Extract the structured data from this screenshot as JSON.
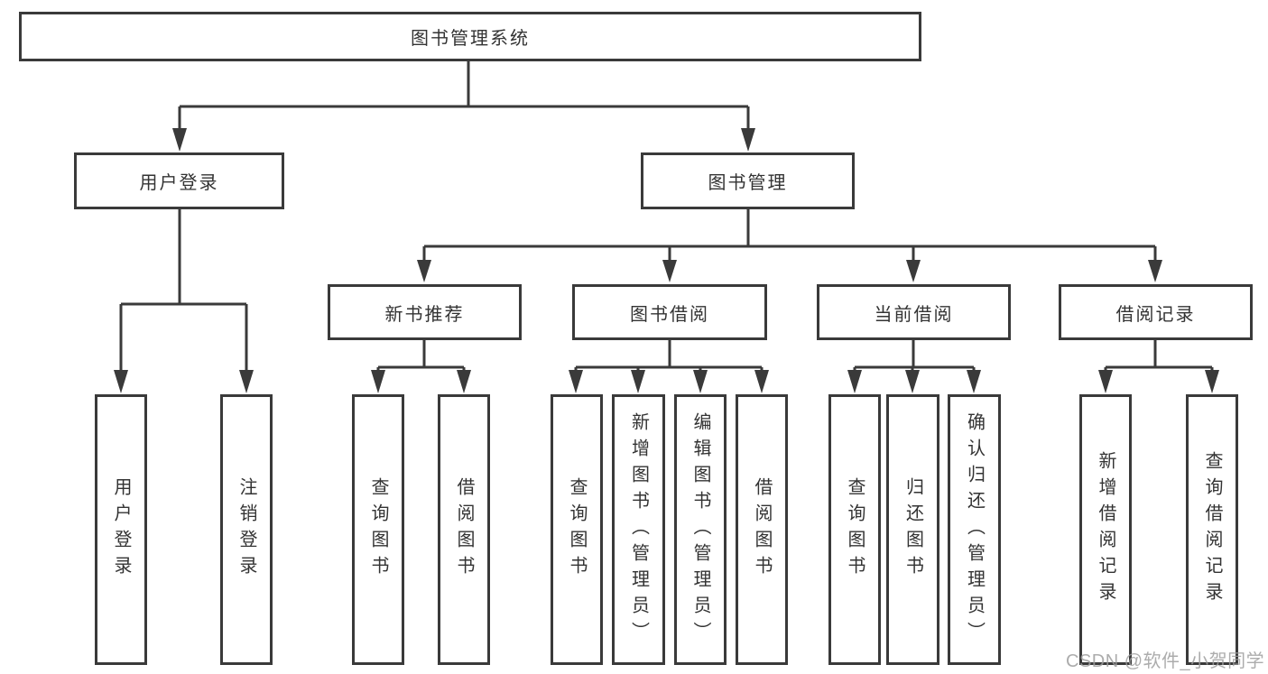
{
  "colors": {
    "line": "#3a3a3a",
    "node_border": "#3a3a3a",
    "node_text": "#333333",
    "node_background": "#ffffff",
    "page_background": "#ffffff",
    "watermark": "#9e9e9e"
  },
  "watermark": {
    "text": "CSDN @软件_小贺同学"
  },
  "diagram": {
    "root": {
      "label": "图书管理系统"
    },
    "branches": [
      {
        "label": "用户登录",
        "children": [
          {
            "label": "用户登录"
          },
          {
            "label": "注销登录"
          }
        ]
      },
      {
        "label": "图书管理",
        "children": [
          {
            "label": "新书推荐",
            "children": [
              {
                "label": "查询图书"
              },
              {
                "label": "借阅图书"
              }
            ]
          },
          {
            "label": "图书借阅",
            "children": [
              {
                "label": "查询图书"
              },
              {
                "label": "新增图书（管理员）"
              },
              {
                "label": "编辑图书（管理员）"
              },
              {
                "label": "借阅图书"
              }
            ]
          },
          {
            "label": "当前借阅",
            "children": [
              {
                "label": "查询图书"
              },
              {
                "label": "归还图书"
              },
              {
                "label": "确认归还（管理员）"
              }
            ]
          },
          {
            "label": "借阅记录",
            "children": [
              {
                "label": "新增借阅记录"
              },
              {
                "label": "查询借阅记录"
              }
            ]
          }
        ]
      }
    ]
  }
}
